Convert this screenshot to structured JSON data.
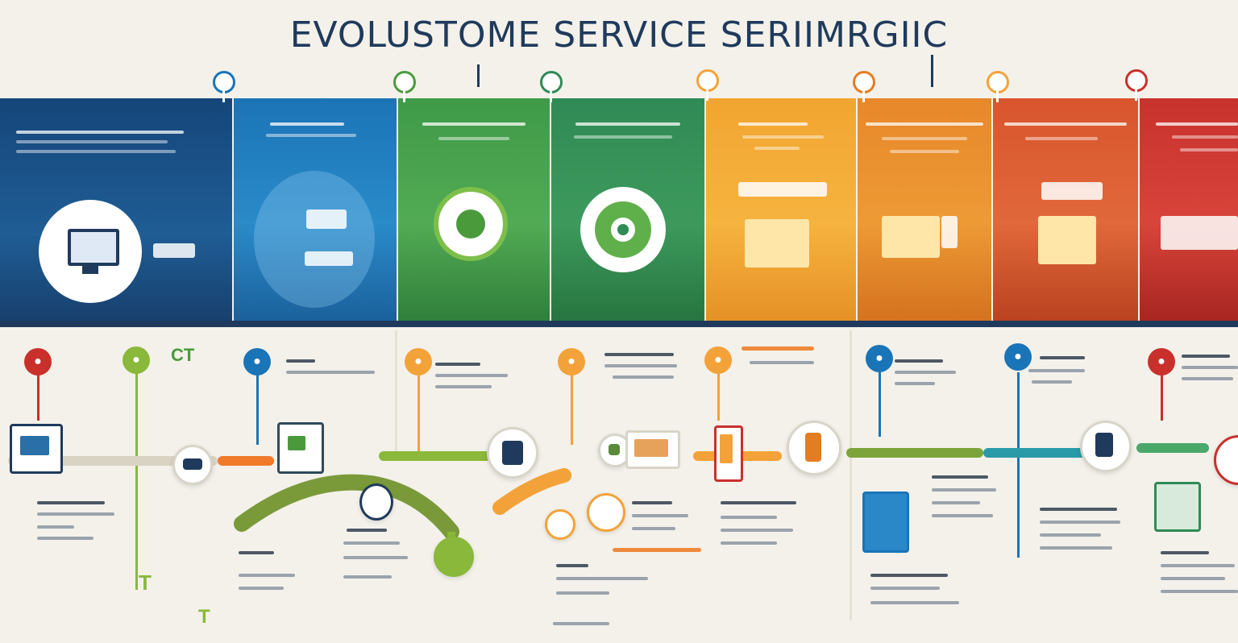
{
  "title": "EVOLUSTOME SERVICE SERIIMRGIIC",
  "colors": {
    "navy": "#1f3a5c",
    "blue": "#1a74b8",
    "green": "#4a9a3c",
    "teal_green": "#2f8a55",
    "orange": "#f3a23a",
    "dark_orange": "#e27d23",
    "red_orange": "#d6552c",
    "red": "#c9302c"
  },
  "stages": [
    {
      "color": "#15467a",
      "pin_color": "#1f3a5c",
      "icon": "monitor-network-icon"
    },
    {
      "color": "#1b74b6",
      "pin_color": "#1a74b8",
      "icon": "head-profile-icon"
    },
    {
      "color": "#3f9a48",
      "pin_color": "#4a9a3c",
      "icon": "recycle-globe-icon"
    },
    {
      "color": "#2f8a55",
      "pin_color": "#2f8a55",
      "icon": "target-icon"
    },
    {
      "color": "#f2a531",
      "pin_color": "#f3a23a",
      "icon": "boxes-icon"
    },
    {
      "color": "#e7882a",
      "pin_color": "#e27d23",
      "icon": "inbox-tray-icon"
    },
    {
      "color": "#d9552d",
      "pin_color": "#d6552c",
      "icon": "calendar-board-icon"
    },
    {
      "color": "#c8322e",
      "pin_color": "#c9302c",
      "icon": "device-screen-icon"
    }
  ],
  "timeline_markers": [
    {
      "color": "#c9302c",
      "label": ""
    },
    {
      "color": "#4a9a3c",
      "label": "CT"
    },
    {
      "color": "#1a74b8",
      "label": ""
    },
    {
      "color": "#f3a23a",
      "label": ""
    },
    {
      "color": "#f3a23a",
      "label": ""
    },
    {
      "color": "#f3a23a",
      "label": ""
    },
    {
      "color": "#1a74b8",
      "label": ""
    },
    {
      "color": "#1a74b8",
      "label": ""
    },
    {
      "color": "#c9302c",
      "label": ""
    }
  ],
  "footer_marks": [
    "T",
    "T"
  ]
}
